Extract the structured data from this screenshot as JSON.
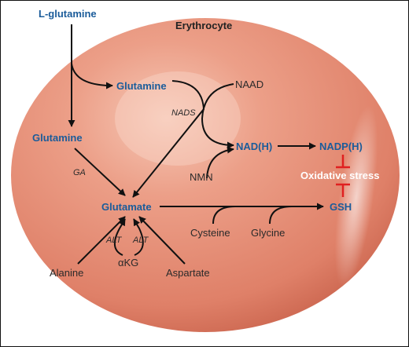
{
  "title": "Erythrocyte",
  "external_source": "L-glutamine",
  "metabolites": {
    "glutamine_upper": "Glutamine",
    "glutamine_left": "Glutamine",
    "glutamate": "Glutamate",
    "naad": "NAAD",
    "nadh": "NAD(H)",
    "nadph": "NADP(H)",
    "nmn": "NMN",
    "gsh": "GSH",
    "cysteine": "Cysteine",
    "glycine": "Glycine",
    "alanine": "Alanine",
    "aspartate": "Aspartate",
    "akg": "αKG"
  },
  "enzymes": {
    "nads": "NADS",
    "ga": "GA",
    "alt_left": "ALT",
    "alt_right": "ALT"
  },
  "stress": {
    "label": "Oxidative stress"
  },
  "colors": {
    "cell_fill": "#e8907a",
    "cell_highlight": "#f7d3c4",
    "metabolite_blue": "#1b5c9a",
    "inhibition_red": "#e02020",
    "arrow": "#111111"
  }
}
